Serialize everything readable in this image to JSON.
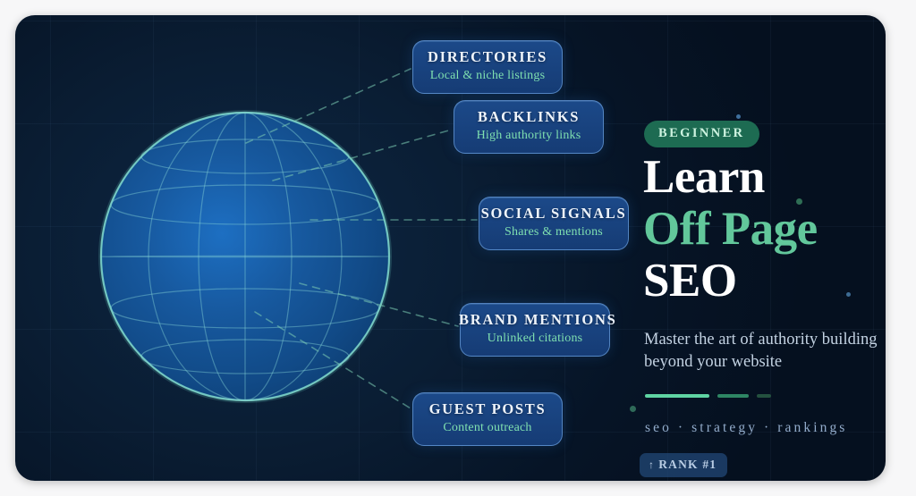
{
  "canvas": {
    "background_color": "#06142a",
    "accent_green": "#62c79b",
    "accent_blue": "#1d4c8e"
  },
  "globe": {
    "name": "wireframe-globe",
    "meridian_count": 5,
    "parallel_count": 5
  },
  "cards": [
    {
      "id": "directories",
      "title": "DIRECTORIES",
      "subtitle": "Local & niche listings"
    },
    {
      "id": "backlinks",
      "title": "BACKLINKS",
      "subtitle": "High authority links"
    },
    {
      "id": "social-signals",
      "title": "SOCIAL SIGNALS",
      "subtitle": "Shares & mentions"
    },
    {
      "id": "brand-mentions",
      "title": "BRAND MENTIONS",
      "subtitle": "Unlinked citations"
    },
    {
      "id": "guest-posts",
      "title": "GUEST POSTS",
      "subtitle": "Content outreach"
    }
  ],
  "panel": {
    "badge": "BEGINNER",
    "headline_line1": "Learn",
    "headline_line2": "Off Page",
    "headline_line3": "SEO",
    "subtitle": "Master the art of authority building beyond your website",
    "tags": "seo · strategy · rankings",
    "rank_badge_arrow": "↑",
    "rank_badge_label": "RANK #1"
  }
}
